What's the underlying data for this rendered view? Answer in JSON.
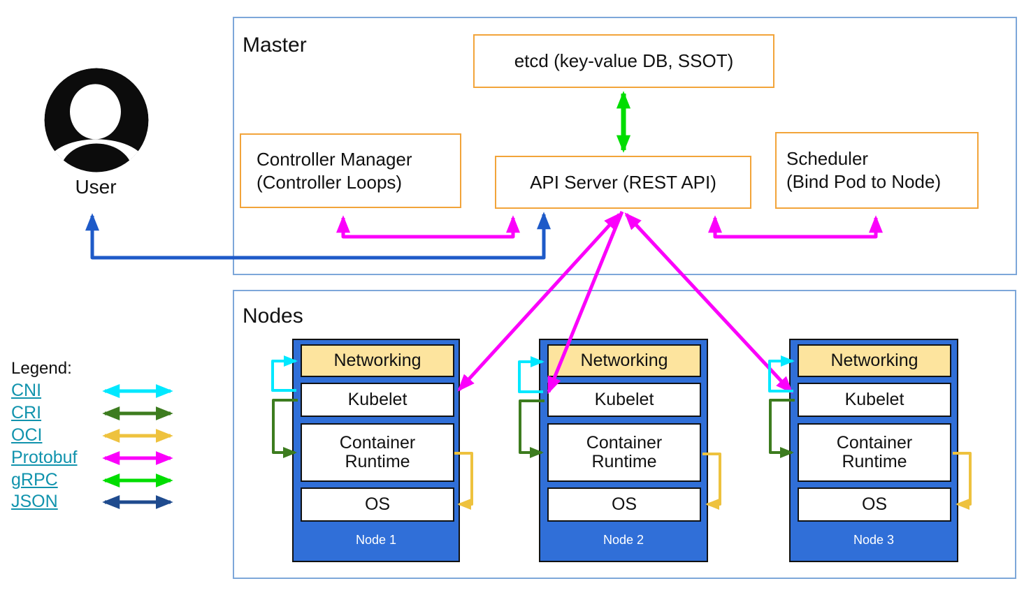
{
  "master": {
    "label": "Master",
    "etcd": "etcd (key-value DB, SSOT)",
    "controller_manager": [
      "Controller Manager",
      "(Controller Loops)"
    ],
    "api_server": "API Server (REST API)",
    "scheduler": [
      "Scheduler",
      "(Bind Pod to Node)"
    ]
  },
  "user": {
    "label": "User"
  },
  "nodes": {
    "label": "Nodes",
    "items": [
      {
        "name": "Node 1",
        "layers": [
          "Networking",
          "Kubelet",
          "Container Runtime",
          "OS"
        ]
      },
      {
        "name": "Node 2",
        "layers": [
          "Networking",
          "Kubelet",
          "Container Runtime",
          "OS"
        ]
      },
      {
        "name": "Node 3",
        "layers": [
          "Networking",
          "Kubelet",
          "Container Runtime",
          "OS"
        ]
      }
    ]
  },
  "legend": {
    "title": "Legend:",
    "items": [
      {
        "label": "CNI",
        "color": "#00e8ff"
      },
      {
        "label": "CRI",
        "color": "#3d7c1f"
      },
      {
        "label": "OCI",
        "color": "#eec23e"
      },
      {
        "label": "Protobuf",
        "color": "#fb00fb"
      },
      {
        "label": "gRPC",
        "color": "#00dd00"
      },
      {
        "label": "JSON",
        "color": "#1f4b8e"
      }
    ]
  },
  "colors": {
    "node_fill": "#306fd8",
    "networking_fill": "#fde49e",
    "orange_border": "#f2a43a",
    "frame_border": "#7da7d9",
    "user_api_arrow": "#1e5ac8",
    "protobuf_arrow": "#fb00fb",
    "grpc_arrow": "#00dd00",
    "legend_link_text": "#1193ad"
  }
}
